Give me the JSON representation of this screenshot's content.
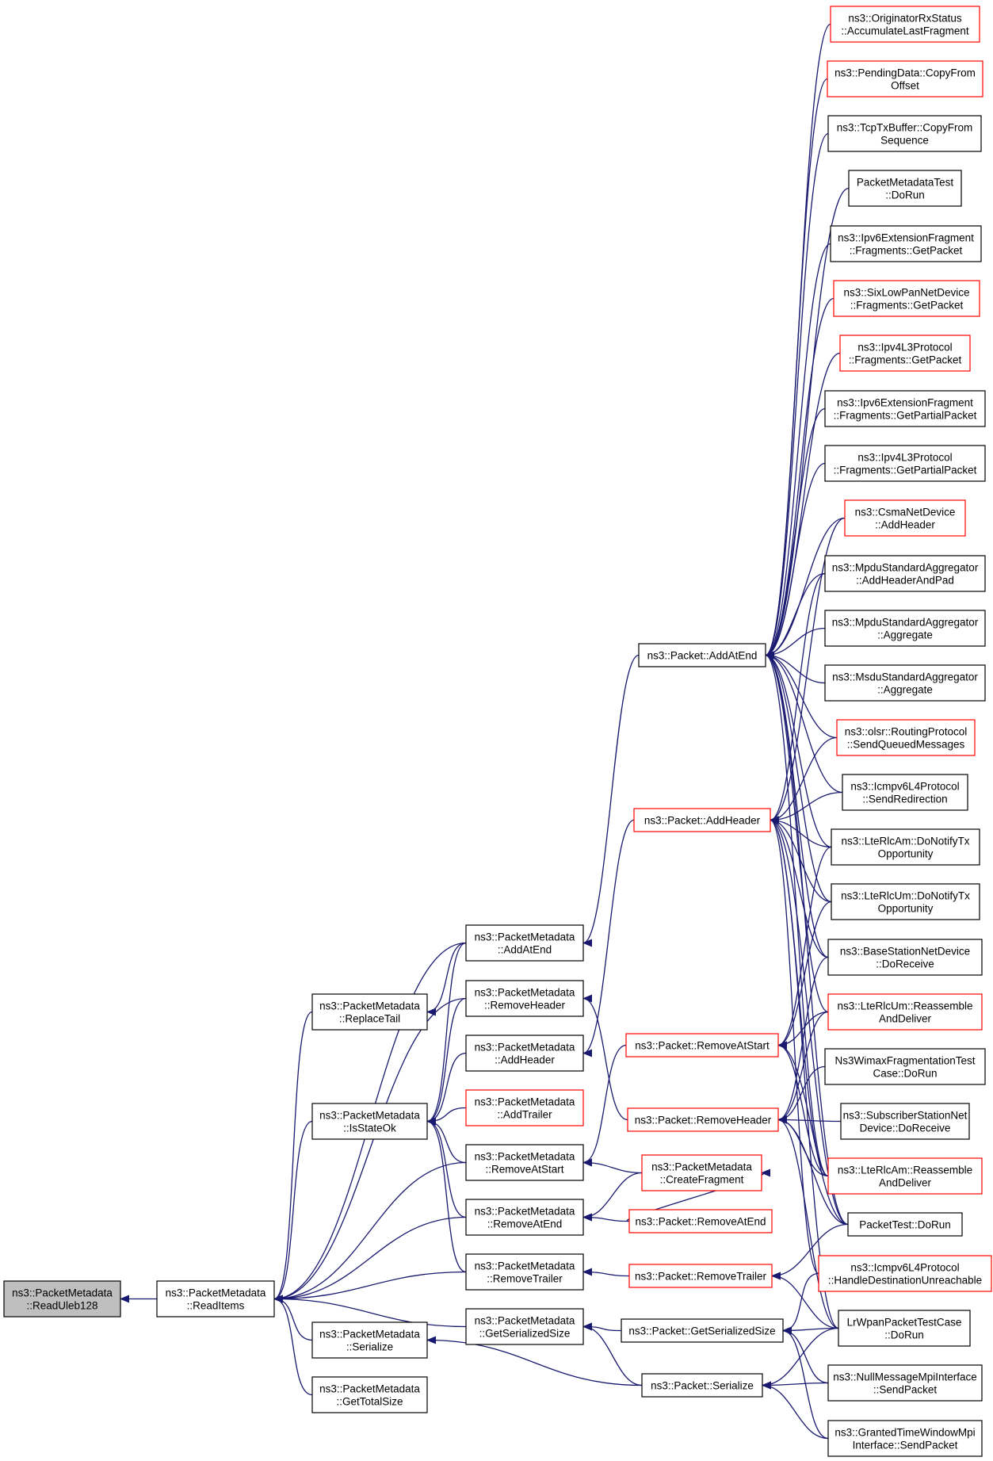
{
  "colors": {
    "edge": "#191970",
    "node_border_normal": "#000000",
    "node_border_truncated": "#ff0000",
    "node_fill_root": "#bfbfbf",
    "node_fill": "#ffffff"
  },
  "nodes": {
    "readuleb128": {
      "lines": [
        "ns3::PacketMetadata",
        "::ReadUleb128"
      ],
      "style": "root"
    },
    "readitems": {
      "lines": [
        "ns3::PacketMetadata",
        "::ReadItems"
      ],
      "style": "normal"
    },
    "replacetail": {
      "lines": [
        "ns3::PacketMetadata",
        "::ReplaceTail"
      ],
      "style": "normal"
    },
    "isstateok": {
      "lines": [
        "ns3::PacketMetadata",
        "::IsStateOk"
      ],
      "style": "normal"
    },
    "pm_serialize": {
      "lines": [
        "ns3::PacketMetadata",
        "::Serialize"
      ],
      "style": "normal"
    },
    "pm_gettotalsize": {
      "lines": [
        "ns3::PacketMetadata",
        "::GetTotalSize"
      ],
      "style": "normal"
    },
    "pm_addatend": {
      "lines": [
        "ns3::PacketMetadata",
        "::AddAtEnd"
      ],
      "style": "normal"
    },
    "pm_removeheader": {
      "lines": [
        "ns3::PacketMetadata",
        "::RemoveHeader"
      ],
      "style": "normal"
    },
    "pm_addheader": {
      "lines": [
        "ns3::PacketMetadata",
        "::AddHeader"
      ],
      "style": "normal"
    },
    "pm_addtrailer": {
      "lines": [
        "ns3::PacketMetadata",
        "::AddTrailer"
      ],
      "style": "truncated"
    },
    "pm_removeatstart": {
      "lines": [
        "ns3::PacketMetadata",
        "::RemoveAtStart"
      ],
      "style": "normal"
    },
    "pm_removeatend": {
      "lines": [
        "ns3::PacketMetadata",
        "::RemoveAtEnd"
      ],
      "style": "normal"
    },
    "pm_removetrailer": {
      "lines": [
        "ns3::PacketMetadata",
        "::RemoveTrailer"
      ],
      "style": "normal"
    },
    "pm_getserializedsize": {
      "lines": [
        "ns3::PacketMetadata",
        "::GetSerializedSize"
      ],
      "style": "normal"
    },
    "p_addatend": {
      "lines": [
        "ns3::Packet::AddAtEnd"
      ],
      "style": "normal"
    },
    "p_addheader": {
      "lines": [
        "ns3::Packet::AddHeader"
      ],
      "style": "truncated"
    },
    "p_removeatstart": {
      "lines": [
        "ns3::Packet::RemoveAtStart"
      ],
      "style": "truncated"
    },
    "p_removeheader": {
      "lines": [
        "ns3::Packet::RemoveHeader"
      ],
      "style": "truncated"
    },
    "pm_createfragment": {
      "lines": [
        "ns3::PacketMetadata",
        "::CreateFragment"
      ],
      "style": "truncated"
    },
    "p_removeatend": {
      "lines": [
        "ns3::Packet::RemoveAtEnd"
      ],
      "style": "truncated"
    },
    "p_removetrailer": {
      "lines": [
        "ns3::Packet::RemoveTrailer"
      ],
      "style": "truncated"
    },
    "p_getserializedsize": {
      "lines": [
        "ns3::Packet::GetSerializedSize"
      ],
      "style": "normal"
    },
    "p_serialize": {
      "lines": [
        "ns3::Packet::Serialize"
      ],
      "style": "normal"
    },
    "originatorrx": {
      "lines": [
        "ns3::OriginatorRxStatus",
        "::AccumulateLastFragment"
      ],
      "style": "truncated"
    },
    "pendingdata": {
      "lines": [
        "ns3::PendingData::CopyFrom",
        "Offset"
      ],
      "style": "truncated"
    },
    "tcptxbuffer": {
      "lines": [
        "ns3::TcpTxBuffer::CopyFrom",
        "Sequence"
      ],
      "style": "normal"
    },
    "pmtest_dorun": {
      "lines": [
        "PacketMetadataTest",
        "::DoRun"
      ],
      "style": "normal"
    },
    "ipv6ext_getpacket": {
      "lines": [
        "ns3::Ipv6ExtensionFragment",
        "::Fragments::GetPacket"
      ],
      "style": "normal"
    },
    "sixlowpan_getpacket": {
      "lines": [
        "ns3::SixLowPanNetDevice",
        "::Fragments::GetPacket"
      ],
      "style": "truncated"
    },
    "ipv4l3_getpacket": {
      "lines": [
        "ns3::Ipv4L3Protocol",
        "::Fragments::GetPacket"
      ],
      "style": "truncated"
    },
    "ipv6ext_getpartial": {
      "lines": [
        "ns3::Ipv6ExtensionFragment",
        "::Fragments::GetPartialPacket"
      ],
      "style": "normal"
    },
    "ipv4l3_getpartial": {
      "lines": [
        "ns3::Ipv4L3Protocol",
        "::Fragments::GetPartialPacket"
      ],
      "style": "normal"
    },
    "csma_addheader": {
      "lines": [
        "ns3::CsmaNetDevice",
        "::AddHeader"
      ],
      "style": "truncated"
    },
    "mpdu_addheaderpad": {
      "lines": [
        "ns3::MpduStandardAggregator",
        "::AddHeaderAndPad"
      ],
      "style": "normal"
    },
    "mpdu_aggregate": {
      "lines": [
        "ns3::MpduStandardAggregator",
        "::Aggregate"
      ],
      "style": "normal"
    },
    "msdu_aggregate": {
      "lines": [
        "ns3::MsduStandardAggregator",
        "::Aggregate"
      ],
      "style": "normal"
    },
    "olsr_sendqueued": {
      "lines": [
        "ns3::olsr::RoutingProtocol",
        "::SendQueuedMessages"
      ],
      "style": "truncated"
    },
    "icmpv6_sendredir": {
      "lines": [
        "ns3::Icmpv6L4Protocol",
        "::SendRedirection"
      ],
      "style": "normal"
    },
    "lterlcam_notify": {
      "lines": [
        "ns3::LteRlcAm::DoNotifyTx",
        "Opportunity"
      ],
      "style": "normal"
    },
    "lterlcum_notify": {
      "lines": [
        "ns3::LteRlcUm::DoNotifyTx",
        "Opportunity"
      ],
      "style": "normal"
    },
    "basestation_receive": {
      "lines": [
        "ns3::BaseStationNetDevice",
        "::DoReceive"
      ],
      "style": "normal"
    },
    "lterlcum_reassemble": {
      "lines": [
        "ns3::LteRlcUm::Reassemble",
        "AndDeliver"
      ],
      "style": "truncated"
    },
    "wimaxfrag_dorun": {
      "lines": [
        "Ns3WimaxFragmentationTest",
        "Case::DoRun"
      ],
      "style": "normal"
    },
    "subscriber_receive": {
      "lines": [
        "ns3::SubscriberStationNet",
        "Device::DoReceive"
      ],
      "style": "normal"
    },
    "lterlcam_reassemble": {
      "lines": [
        "ns3::LteRlcAm::Reassemble",
        "AndDeliver"
      ],
      "style": "truncated"
    },
    "packettest_dorun": {
      "lines": [
        "PacketTest::DoRun"
      ],
      "style": "normal"
    },
    "icmpv6_handledest": {
      "lines": [
        "ns3::Icmpv6L4Protocol",
        "::HandleDestinationUnreachable"
      ],
      "style": "truncated"
    },
    "lrwpan_dorun": {
      "lines": [
        "LrWpanPacketTestCase",
        "::DoRun"
      ],
      "style": "normal"
    },
    "nullmsg_send": {
      "lines": [
        "ns3::NullMessageMpiInterface",
        "::SendPacket"
      ],
      "style": "normal"
    },
    "granted_send": {
      "lines": [
        "ns3::GrantedTimeWindowMpi",
        "Interface::SendPacket"
      ],
      "style": "normal"
    }
  },
  "edges": [
    [
      "readitems",
      "readuleb128"
    ],
    [
      "replacetail",
      "readitems"
    ],
    [
      "isstateok",
      "readitems"
    ],
    [
      "pm_serialize",
      "readitems"
    ],
    [
      "pm_gettotalsize",
      "readitems"
    ],
    [
      "pm_addatend",
      "readitems"
    ],
    [
      "pm_removeheader",
      "readitems"
    ],
    [
      "pm_removeatstart",
      "readitems"
    ],
    [
      "pm_removeatend",
      "readitems"
    ],
    [
      "pm_removetrailer",
      "readitems"
    ],
    [
      "pm_getserializedsize",
      "readitems"
    ],
    [
      "pm_addatend",
      "replacetail"
    ],
    [
      "pm_addatend",
      "isstateok"
    ],
    [
      "pm_removeheader",
      "isstateok"
    ],
    [
      "pm_addheader",
      "isstateok"
    ],
    [
      "pm_addtrailer",
      "isstateok"
    ],
    [
      "pm_removeatstart",
      "isstateok"
    ],
    [
      "pm_removeatend",
      "isstateok"
    ],
    [
      "pm_removetrailer",
      "isstateok"
    ],
    [
      "p_addatend",
      "pm_addatend"
    ],
    [
      "p_removeheader",
      "pm_removeheader"
    ],
    [
      "p_addheader",
      "pm_addheader"
    ],
    [
      "p_removeatstart",
      "pm_removeatstart"
    ],
    [
      "pm_createfragment",
      "pm_removeatstart"
    ],
    [
      "pm_createfragment",
      "pm_removeatend"
    ],
    [
      "p_removeatend",
      "pm_removeatend"
    ],
    [
      "p_removetrailer",
      "pm_removetrailer"
    ],
    [
      "p_getserializedsize",
      "pm_getserializedsize"
    ],
    [
      "p_serialize",
      "pm_getserializedsize"
    ],
    [
      "p_serialize",
      "pm_serialize"
    ],
    [
      "originatorrx",
      "p_addatend"
    ],
    [
      "pendingdata",
      "p_addatend"
    ],
    [
      "tcptxbuffer",
      "p_addatend"
    ],
    [
      "pmtest_dorun",
      "p_addatend"
    ],
    [
      "ipv6ext_getpacket",
      "p_addatend"
    ],
    [
      "sixlowpan_getpacket",
      "p_addatend"
    ],
    [
      "ipv4l3_getpacket",
      "p_addatend"
    ],
    [
      "ipv6ext_getpartial",
      "p_addatend"
    ],
    [
      "ipv4l3_getpartial",
      "p_addatend"
    ],
    [
      "csma_addheader",
      "p_addatend"
    ],
    [
      "mpdu_addheaderpad",
      "p_addatend"
    ],
    [
      "mpdu_aggregate",
      "p_addatend"
    ],
    [
      "msdu_aggregate",
      "p_addatend"
    ],
    [
      "olsr_sendqueued",
      "p_addatend"
    ],
    [
      "icmpv6_sendredir",
      "p_addatend"
    ],
    [
      "lterlcam_notify",
      "p_addatend"
    ],
    [
      "lterlcum_notify",
      "p_addatend"
    ],
    [
      "basestation_receive",
      "p_addatend"
    ],
    [
      "lterlcum_reassemble",
      "p_addatend"
    ],
    [
      "lterlcam_reassemble",
      "p_addatend"
    ],
    [
      "packettest_dorun",
      "p_addatend"
    ],
    [
      "csma_addheader",
      "p_addheader"
    ],
    [
      "mpdu_addheaderpad",
      "p_addheader"
    ],
    [
      "olsr_sendqueued",
      "p_addheader"
    ],
    [
      "icmpv6_sendredir",
      "p_addheader"
    ],
    [
      "lterlcam_notify",
      "p_addheader"
    ],
    [
      "lterlcum_notify",
      "p_addheader"
    ],
    [
      "basestation_receive",
      "p_addheader"
    ],
    [
      "lterlcam_reassemble",
      "p_addheader"
    ],
    [
      "packettest_dorun",
      "p_addheader"
    ],
    [
      "icmpv6_handledest",
      "p_addheader"
    ],
    [
      "lrwpan_dorun",
      "p_addheader"
    ],
    [
      "lterlcam_notify",
      "p_removeatstart"
    ],
    [
      "lterlcum_notify",
      "p_removeatstart"
    ],
    [
      "lterlcum_reassemble",
      "p_removeatstart"
    ],
    [
      "lterlcam_reassemble",
      "p_removeatstart"
    ],
    [
      "packettest_dorun",
      "p_removeatstart"
    ],
    [
      "basestation_receive",
      "p_removeheader"
    ],
    [
      "lterlcum_reassemble",
      "p_removeheader"
    ],
    [
      "wimaxfrag_dorun",
      "p_removeheader"
    ],
    [
      "subscriber_receive",
      "p_removeheader"
    ],
    [
      "lterlcam_reassemble",
      "p_removeheader"
    ],
    [
      "packettest_dorun",
      "p_removeheader"
    ],
    [
      "lrwpan_dorun",
      "p_removeheader"
    ],
    [
      "p_removeatend",
      "pm_createfragment"
    ],
    [
      "packettest_dorun",
      "p_removetrailer"
    ],
    [
      "lrwpan_dorun",
      "p_removetrailer"
    ],
    [
      "lrwpan_dorun",
      "p_getserializedsize"
    ],
    [
      "nullmsg_send",
      "p_getserializedsize"
    ],
    [
      "granted_send",
      "p_getserializedsize"
    ],
    [
      "icmpv6_handledest",
      "p_getserializedsize"
    ],
    [
      "lrwpan_dorun",
      "p_serialize"
    ],
    [
      "nullmsg_send",
      "p_serialize"
    ],
    [
      "granted_send",
      "p_serialize"
    ]
  ]
}
